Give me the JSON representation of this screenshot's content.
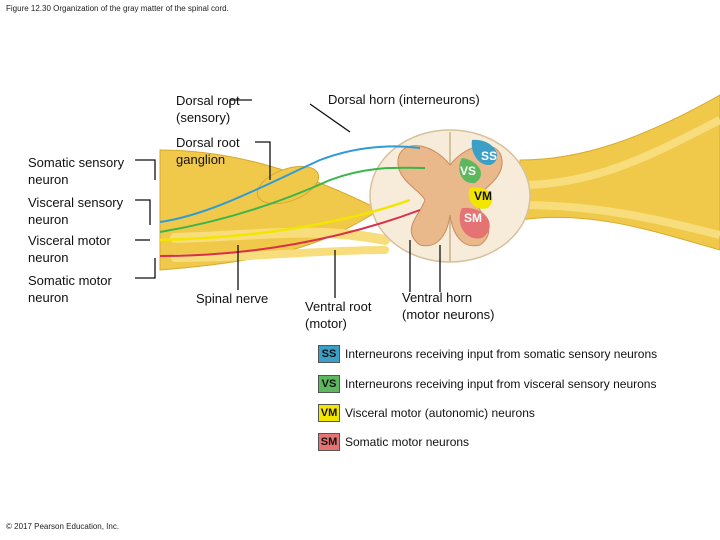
{
  "caption": "Figure 12.30 Organization of the gray matter of the spinal cord.",
  "copyright": "© 2017 Pearson Education, Inc.",
  "labels": {
    "dorsal_root_1": "Dorsal root",
    "dorsal_root_2": "(sensory)",
    "dorsal_horn": "Dorsal horn (interneurons)",
    "somatic_sensory_1": "Somatic sensory",
    "somatic_sensory_2": "neuron",
    "ganglion_1": "Dorsal root",
    "ganglion_2": "ganglion",
    "visceral_sensory_1": "Visceral sensory",
    "visceral_sensory_2": "neuron",
    "visceral_motor_1": "Visceral motor",
    "visceral_motor_2": "neuron",
    "somatic_motor_1": "Somatic motor",
    "somatic_motor_2": "neuron",
    "spinal_nerve": "Spinal nerve",
    "ventral_root_1": "Ventral root",
    "ventral_root_2": "(motor)",
    "ventral_horn_1": "Ventral horn",
    "ventral_horn_2": "(motor neurons)"
  },
  "regions": {
    "ss": "SS",
    "vs": "VS",
    "vm": "VM",
    "sm": "SM"
  },
  "legend": [
    {
      "abbr": "SS",
      "text": "Interneurons receiving input from somatic sensory neurons",
      "color": "#3aa0c8"
    },
    {
      "abbr": "VS",
      "text": "Interneurons receiving input from visceral sensory neurons",
      "color": "#5cb85c"
    },
    {
      "abbr": "VM",
      "text": "Visceral motor (autonomic) neurons",
      "color": "#f2e600"
    },
    {
      "abbr": "SM",
      "text": "Somatic motor neurons",
      "color": "#e57373"
    }
  ],
  "colors": {
    "nerve": "#f4d35e",
    "cord_white": "#f6ecd9",
    "gray_matter": "#e9b98c",
    "somatic_sensory": "#2e9bd6",
    "visceral_sensory": "#3bb54a",
    "visceral_motor": "#f2e600",
    "somatic_motor": "#d9304a"
  }
}
